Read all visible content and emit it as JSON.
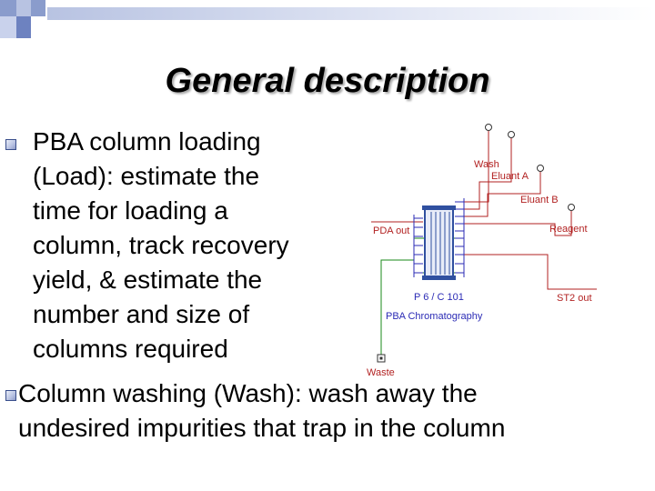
{
  "title": "General description",
  "bullets": [
    {
      "lines": [
        "PBA column loading",
        "(Load): estimate the",
        "time for loading a",
        "column, track recovery",
        "yield, & estimate the",
        "number and size of",
        "columns required"
      ]
    },
    {
      "lines": [
        "Column washing (Wash): wash away the",
        "undesired impurities that trap in the column"
      ]
    }
  ],
  "diagram": {
    "labels": {
      "wash": "Wash",
      "eluant_a": "Eluant A",
      "eluant_b": "Eluant B",
      "reagent": "Reagent",
      "pda_out": "PDA out",
      "st2_out": "ST2 out",
      "column_id": "P 6 / C 101",
      "caption": "PBA Chromatography",
      "waste": "Waste"
    },
    "colors": {
      "inlet_line": "#b22222",
      "waste_line": "#1a8a1a",
      "outlet_line": "#b22222",
      "label_red": "#b22222",
      "label_blue": "#2b2bb5",
      "column_frame": "#3050a0"
    }
  }
}
